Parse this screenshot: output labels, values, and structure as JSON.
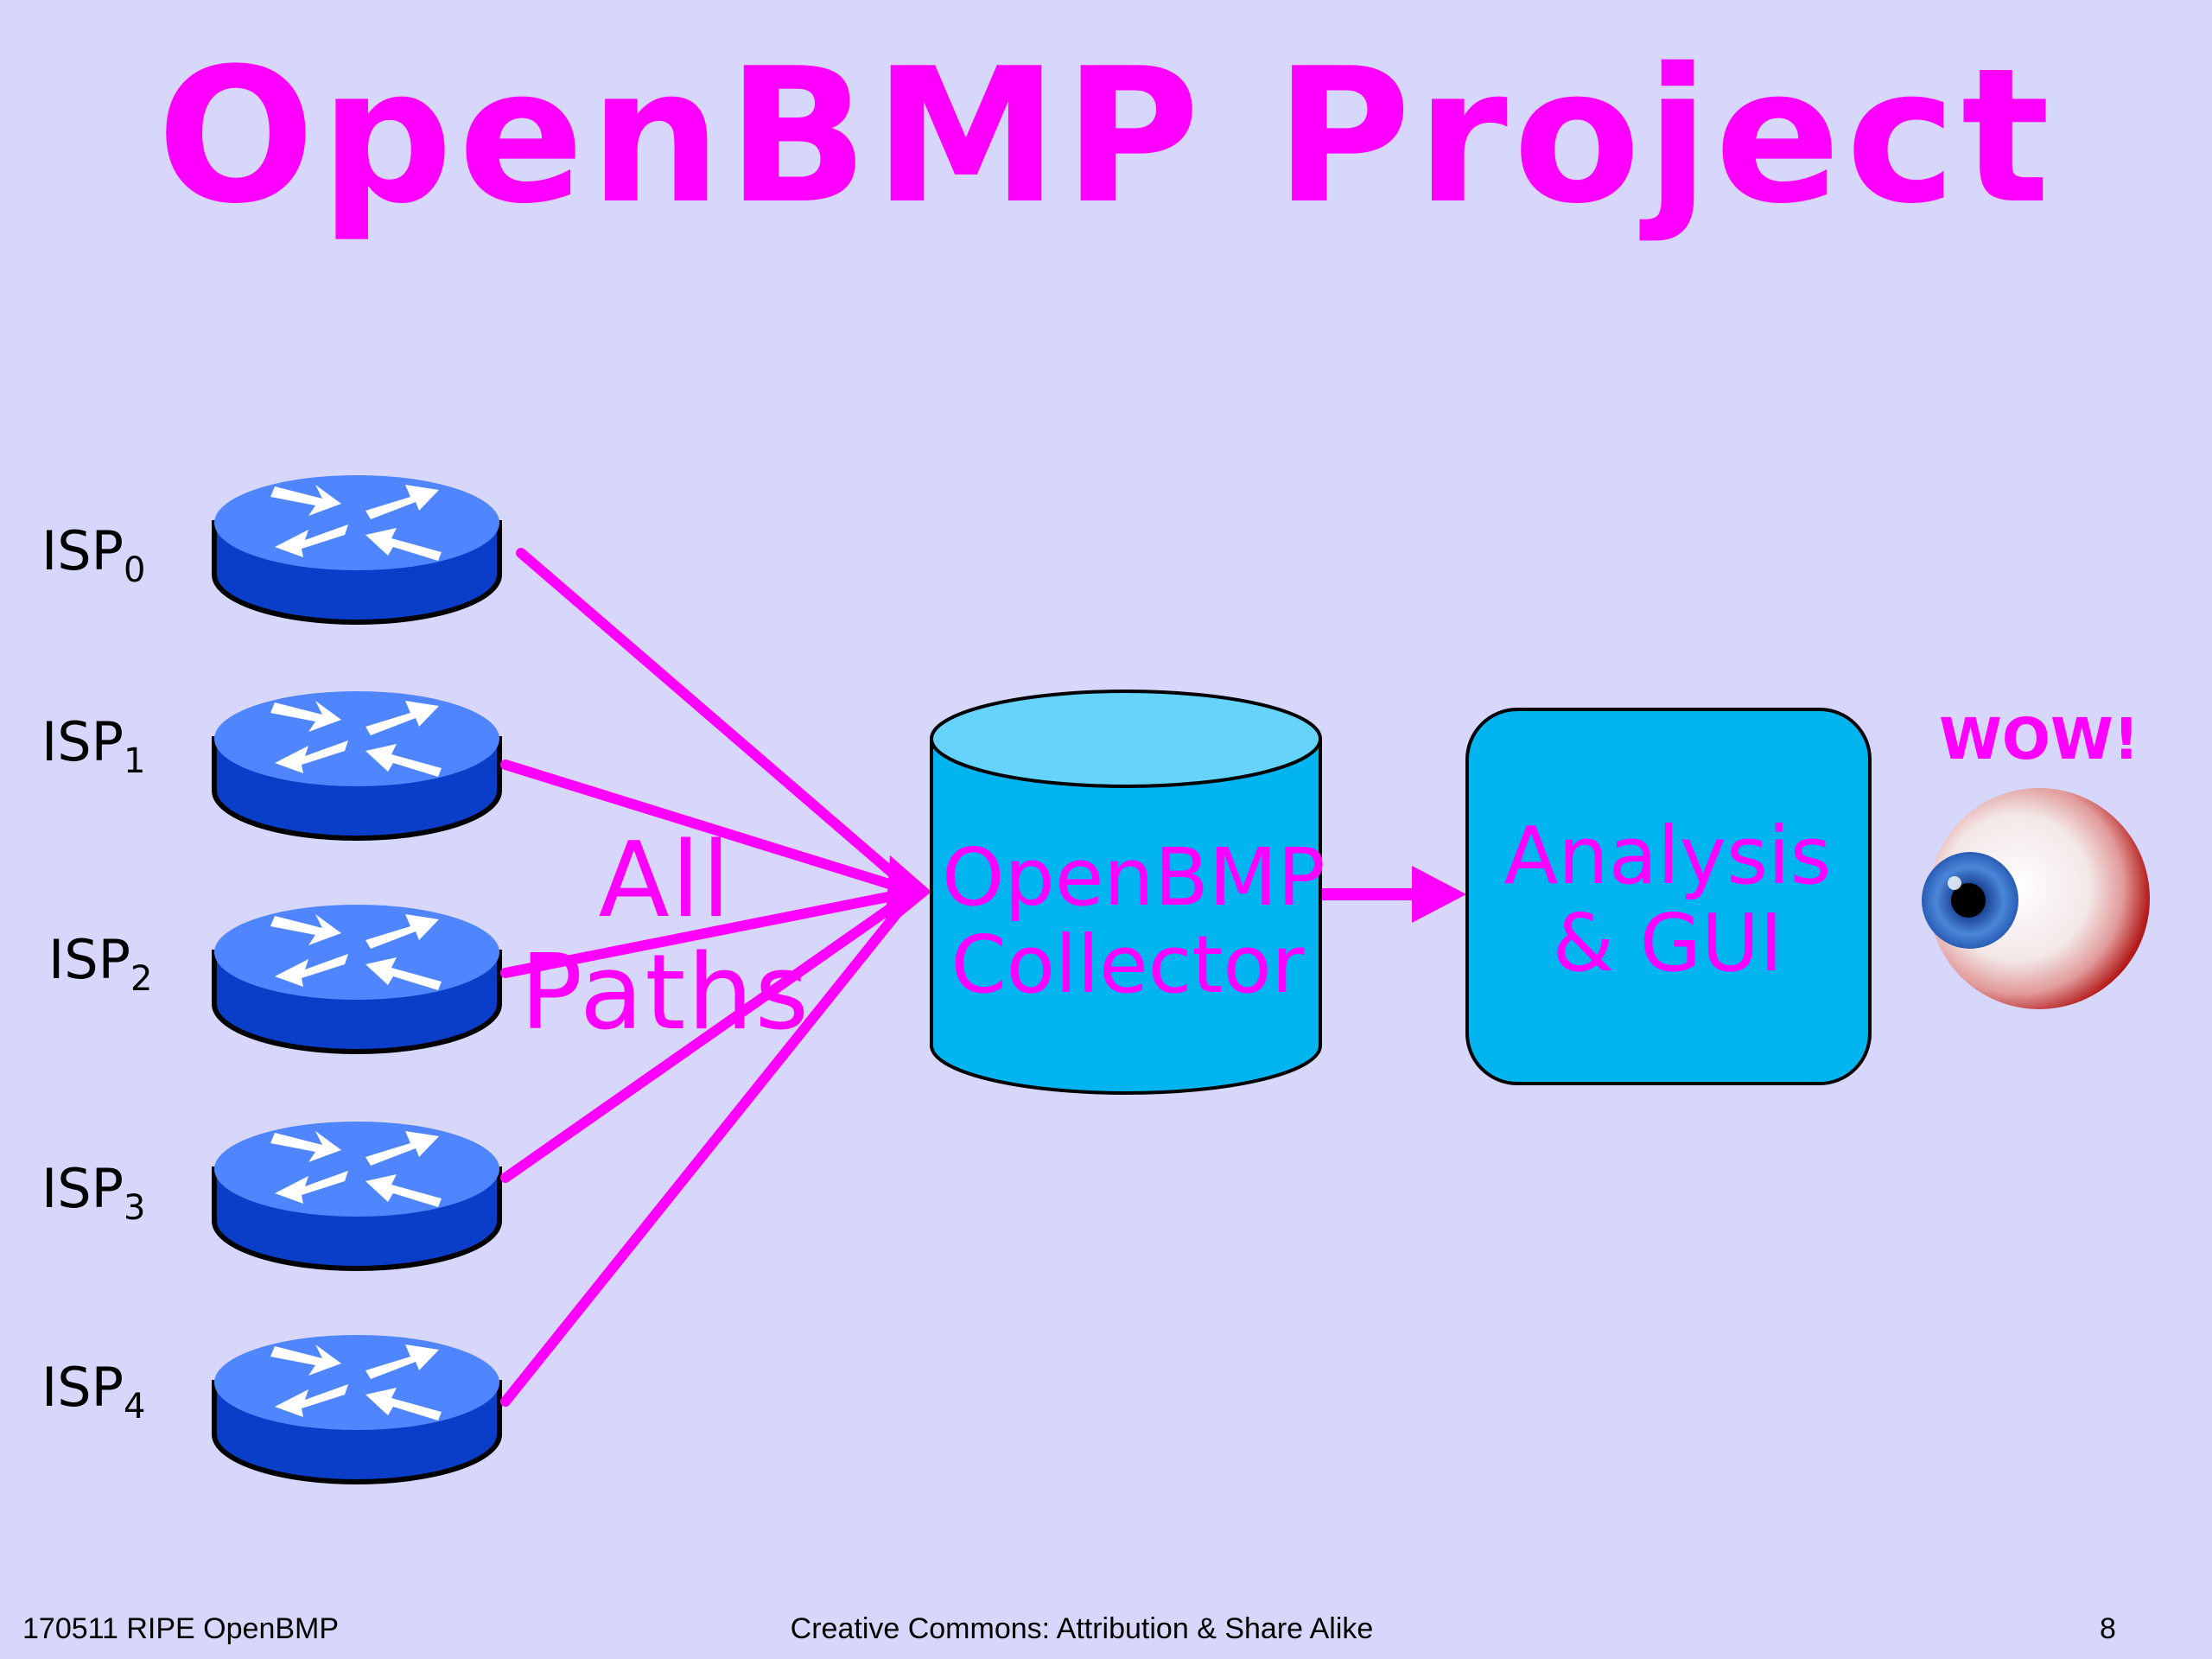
{
  "title": "OpenBMP Project",
  "isps": [
    {
      "base": "ISP",
      "sub": "0"
    },
    {
      "base": "ISP",
      "sub": "1"
    },
    {
      "base": "ISP",
      "sub": "2"
    },
    {
      "base": "ISP",
      "sub": "3"
    },
    {
      "base": "ISP",
      "sub": "4"
    }
  ],
  "paths_label": {
    "line1": "All",
    "line2": "Paths"
  },
  "collector": {
    "line1": "OpenBMP",
    "line2": "Collector"
  },
  "analysis": {
    "line1": "Analysis",
    "line2": "& GUI"
  },
  "wow": "WOW!",
  "footer": {
    "left": "170511 RIPE OpenBMP",
    "center": "Creative Commons: Attribution & Share Alike",
    "right": "8"
  },
  "colors": {
    "accent": "#ff00ff",
    "background": "#d7d7fb",
    "router_blue": "#3b73f0",
    "collector_fill": "#00b4f0",
    "collector_top": "#66d3fb",
    "analysis_fill": "#00b4f0"
  },
  "icons": [
    "router-icon",
    "database-icon",
    "eye-icon",
    "arrow-right-icon"
  ]
}
